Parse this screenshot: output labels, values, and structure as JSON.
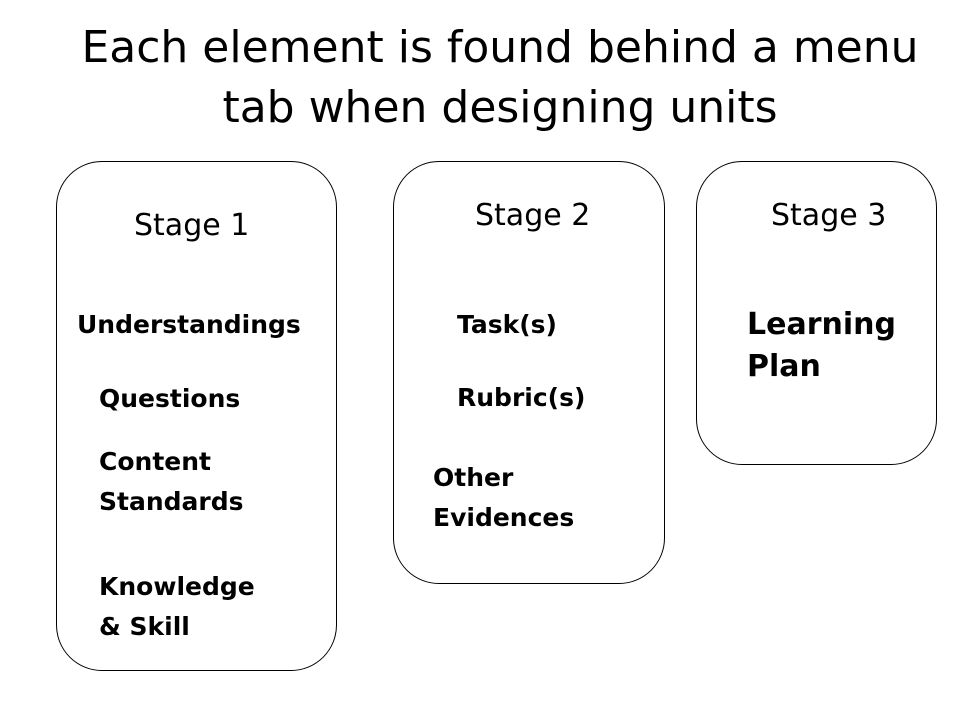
{
  "title": {
    "line1": "Each element is found behind a menu",
    "line2": "tab when designing units"
  },
  "stages": [
    {
      "label": "Stage 1",
      "items": [
        {
          "lines": [
            "Understandings"
          ]
        },
        {
          "lines": [
            "Questions"
          ]
        },
        {
          "lines": [
            "Content",
            "Standards"
          ]
        },
        {
          "lines": [
            "Knowledge",
            "& Skill"
          ]
        }
      ]
    },
    {
      "label": "Stage 2",
      "items": [
        {
          "lines": [
            "Task(s)"
          ]
        },
        {
          "lines": [
            "Rubric(s)"
          ]
        },
        {
          "lines": [
            "Other",
            "Evidences"
          ]
        }
      ]
    },
    {
      "label": "Stage 3",
      "items": [
        {
          "lines": [
            "Learning",
            "Plan"
          ]
        }
      ]
    }
  ]
}
